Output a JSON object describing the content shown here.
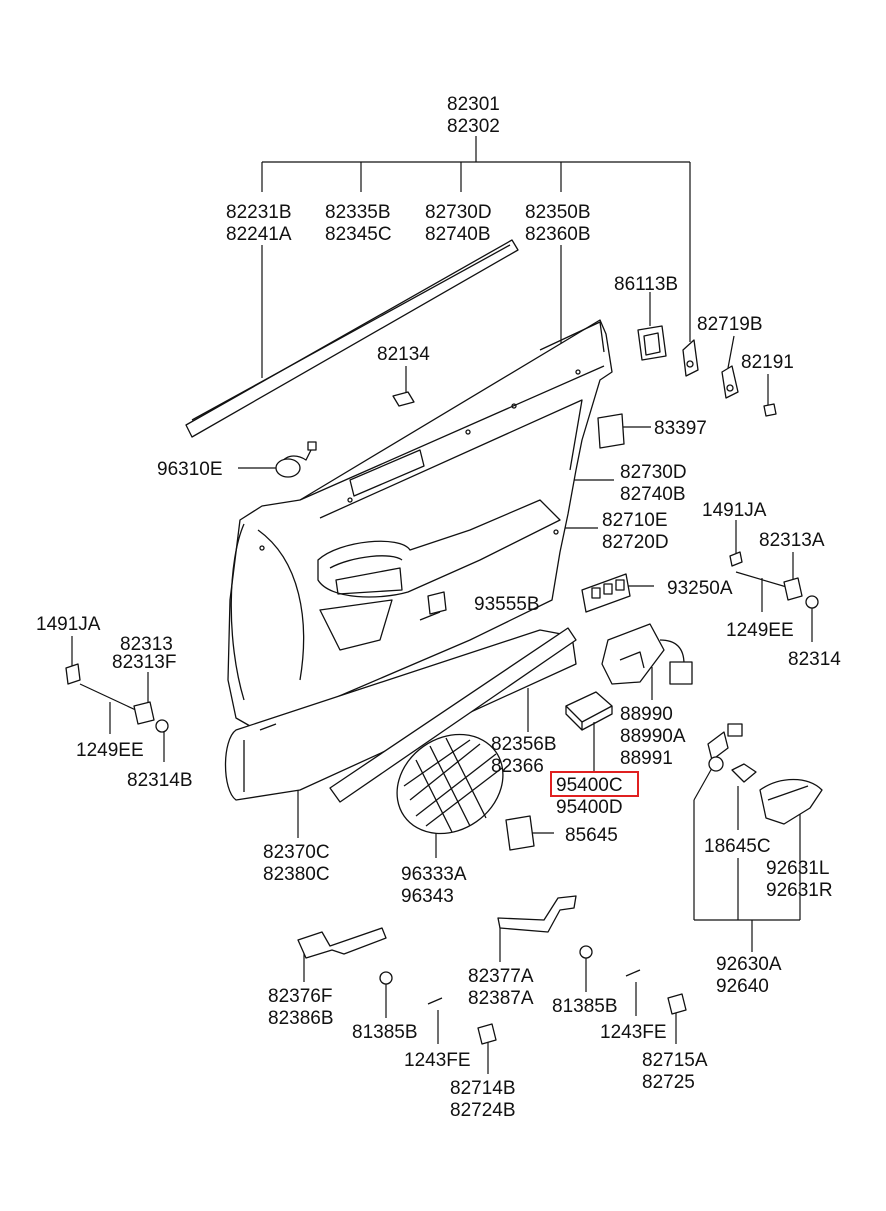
{
  "diagram": {
    "highlight_color": "#e02020",
    "callouts": {
      "c82301": "82301",
      "c82302": "82302",
      "c82231B": "82231B",
      "c82241A": "82241A",
      "c82335B": "82335B",
      "c82345C": "82345C",
      "c82730D_top": "82730D",
      "c82740B_top": "82740B",
      "c82350B": "82350B",
      "c82360B": "82360B",
      "c86113B": "86113B",
      "c82719B": "82719B",
      "c82191": "82191",
      "c82134": "82134",
      "c83397": "83397",
      "c96310E": "96310E",
      "c82730D": "82730D",
      "c82740B": "82740B",
      "c82710E": "82710E",
      "c82720D": "82720D",
      "c1491JA_r": "1491JA",
      "c82313A": "82313A",
      "c93555B": "93555B",
      "c93250A": "93250A",
      "c1249EE_r": "1249EE",
      "c82314": "82314",
      "c1491JA_l": "1491JA",
      "c82313": "82313",
      "c82313F": "82313F",
      "c1249EE_l": "1249EE",
      "c82314B": "82314B",
      "c88990": "88990",
      "c88990A": "88990A",
      "c88991": "88991",
      "c82356B": "82356B",
      "c82366": "82366",
      "c95400C": "95400C",
      "c95400D": "95400D",
      "c85645": "85645",
      "c82370C": "82370C",
      "c82380C": "82380C",
      "c96333A": "96333A",
      "c96343": "96343",
      "c18645C": "18645C",
      "c92631L": "92631L",
      "c92631R": "92631R",
      "c92630A": "92630A",
      "c92640": "92640",
      "c82376F": "82376F",
      "c82386B": "82386B",
      "c82377A": "82377A",
      "c82387A": "82387A",
      "c81385B_l": "81385B",
      "c81385B_r": "81385B",
      "c1243FE_l": "1243FE",
      "c1243FE_r": "1243FE",
      "c82715A": "82715A",
      "c82725": "82725",
      "c82714B": "82714B",
      "c82724B": "82724B"
    }
  }
}
